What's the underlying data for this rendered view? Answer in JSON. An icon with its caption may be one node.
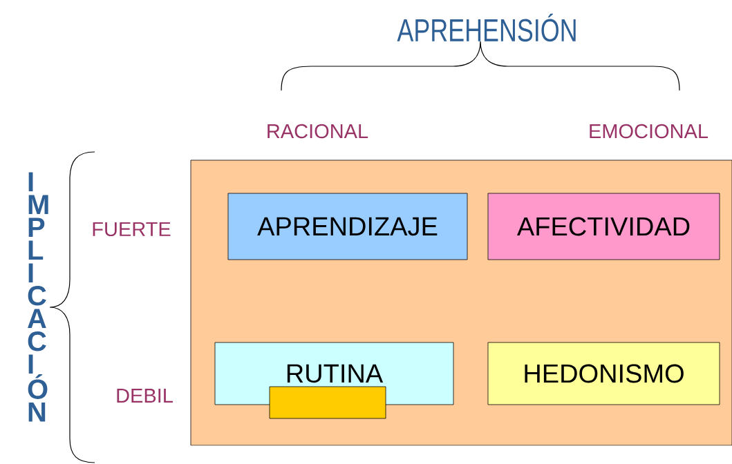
{
  "diagram": {
    "nodes": [
      {
        "text": [],
        "shape": "box"
      },
      {
        "text": [
          "APRENDIZAJE"
        ],
        "in": 0
      },
      {
        "text": [
          "AFECTIVIDAD"
        ],
        "in": 0
      },
      {
        "text": [
          "RUTINA"
        ],
        "in": 0
      },
      {
        "text": [],
        "shape": "box",
        "in": 0
      },
      {
        "text": [
          "HEDONISMO"
        ],
        "in": 0
      }
    ],
    "labels": [
      "APREHENSIÓN",
      "RACIONAL",
      "EMOCIONAL",
      "IMPLICACIÓN",
      "FUERTE",
      "DEBIL"
    ]
  }
}
